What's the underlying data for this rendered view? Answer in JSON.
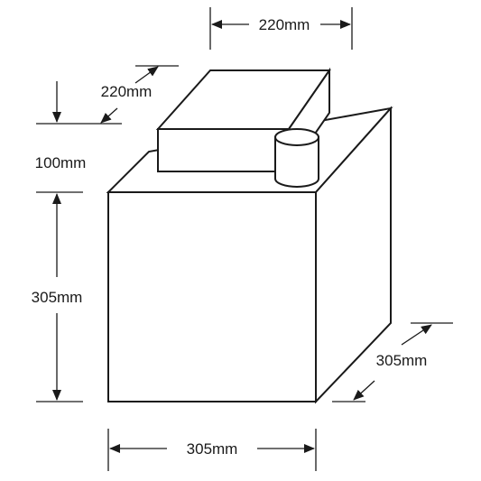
{
  "dimensions": {
    "top_width": "220mm",
    "top_depth": "220mm",
    "top_height": "100mm",
    "box_height": "305mm",
    "box_depth": "305mm",
    "box_width": "305mm"
  },
  "colors": {
    "line": "#1a1a1a",
    "background": "#ffffff"
  }
}
